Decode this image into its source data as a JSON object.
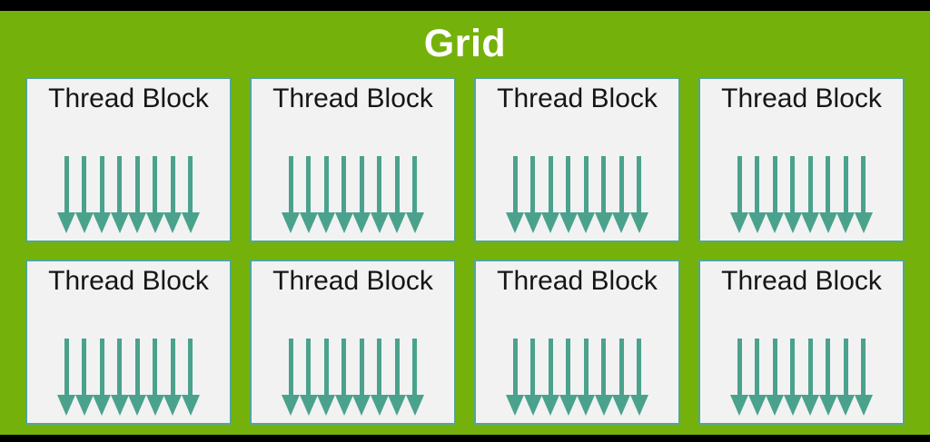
{
  "title": "Grid",
  "grid": {
    "rows": 2,
    "columns": 4,
    "blocks": [
      {
        "label": "Thread Block",
        "thread_count": 8
      },
      {
        "label": "Thread Block",
        "thread_count": 8
      },
      {
        "label": "Thread Block",
        "thread_count": 8
      },
      {
        "label": "Thread Block",
        "thread_count": 8
      },
      {
        "label": "Thread Block",
        "thread_count": 8
      },
      {
        "label": "Thread Block",
        "thread_count": 8
      },
      {
        "label": "Thread Block",
        "thread_count": 8
      },
      {
        "label": "Thread Block",
        "thread_count": 8
      }
    ]
  },
  "icons": {
    "thread_arrow": "down-arrow-icon"
  },
  "colors": {
    "panel_green": "#75B10B",
    "bar_black": "#000000",
    "block_fill": "#F2F2F2",
    "block_border": "#4FA796",
    "arrow_teal": "#4BA28C",
    "title_text": "#FFFFFF",
    "block_text": "#161616"
  }
}
